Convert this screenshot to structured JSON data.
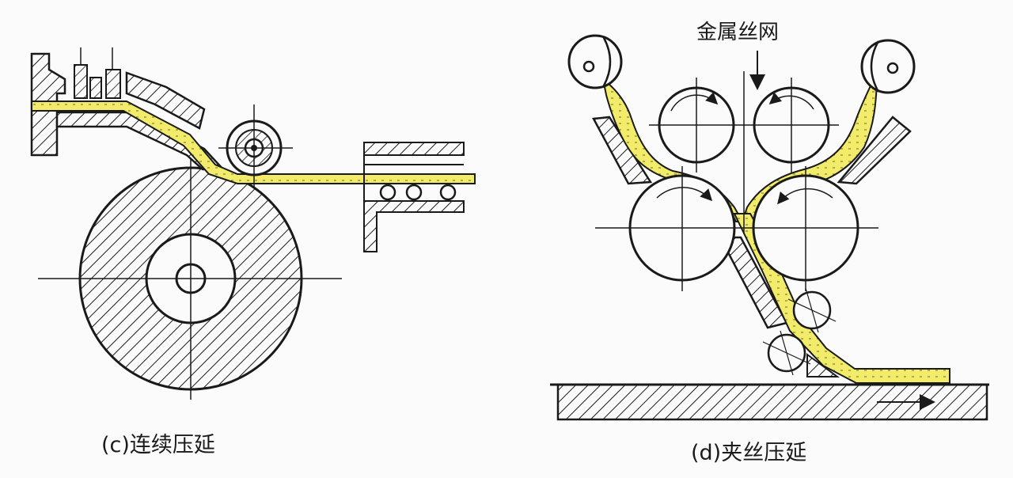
{
  "diagram": {
    "left_panel": {
      "caption": "(c)连续压延"
    },
    "right_panel": {
      "caption": "(d)夹丝压延",
      "wire_mesh_label": "金属丝网"
    }
  },
  "colors": {
    "glass": "#f3ec6a",
    "ink": "#1a1a1a",
    "background": "#fbfbfb"
  }
}
